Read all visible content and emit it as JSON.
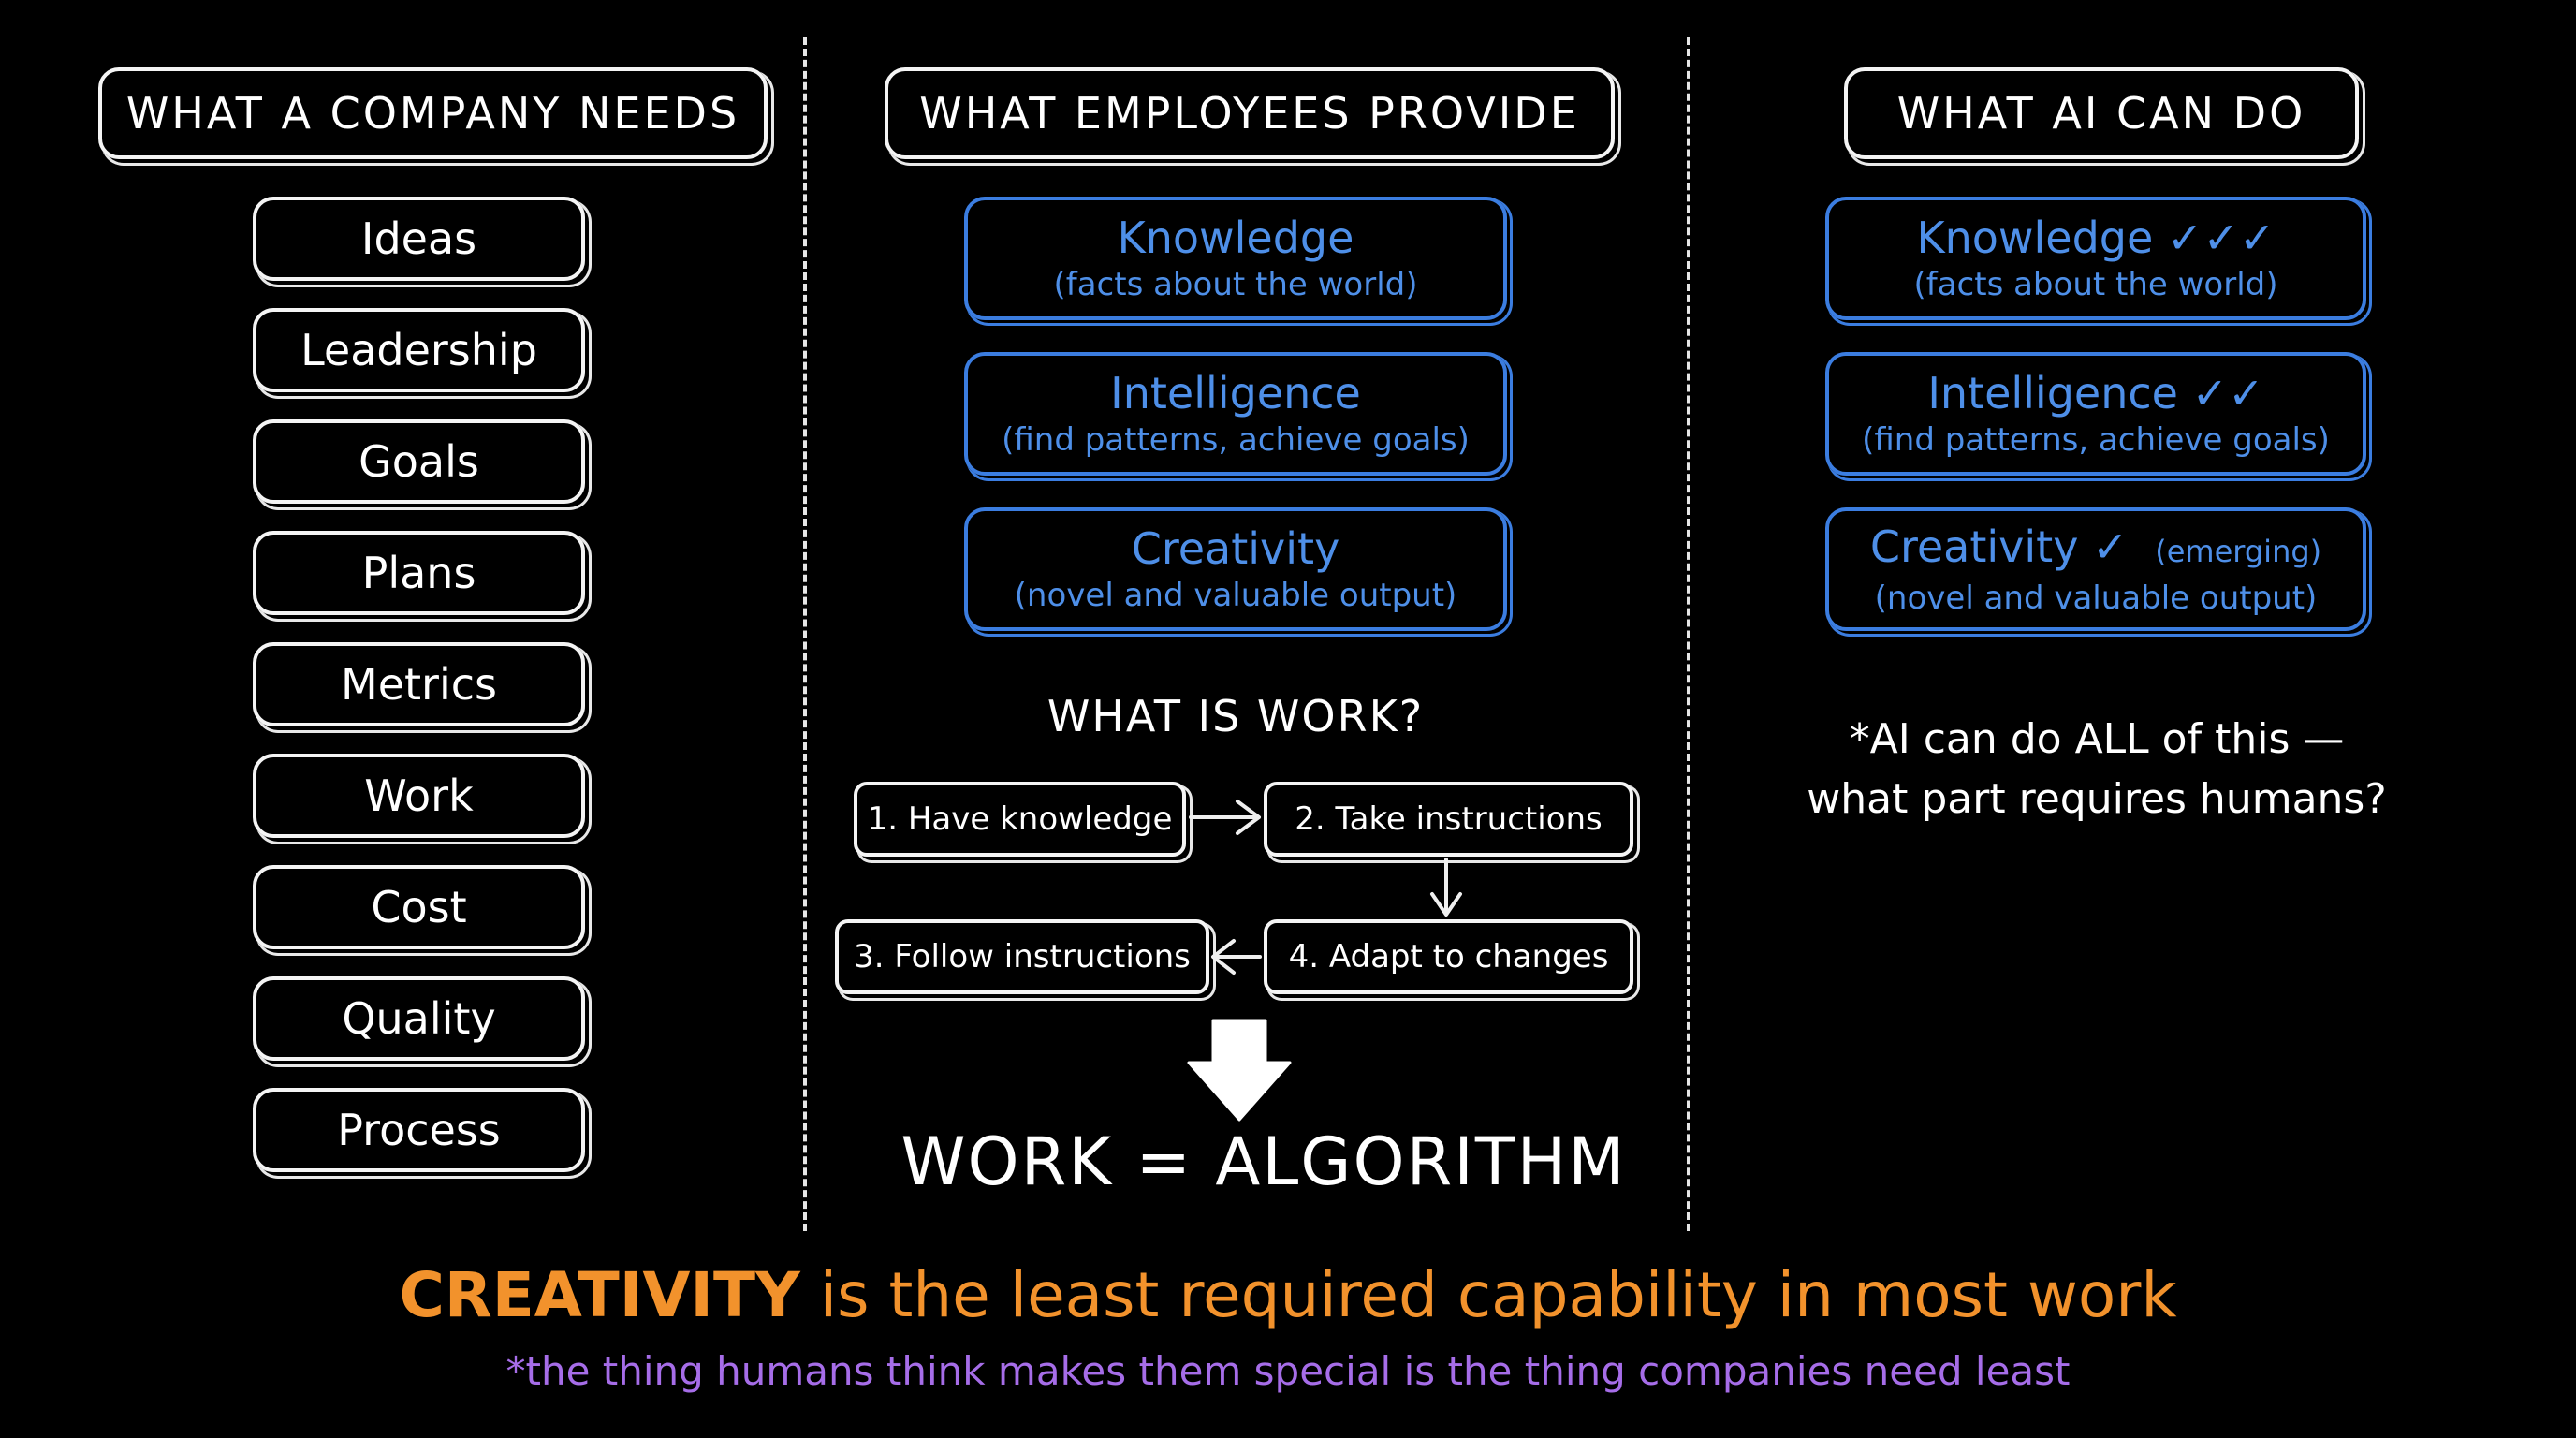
{
  "columns": {
    "company": {
      "header": "WHAT A COMPANY NEEDS",
      "items": [
        "Ideas",
        "Leadership",
        "Goals",
        "Plans",
        "Metrics",
        "Work",
        "Cost",
        "Quality",
        "Process"
      ]
    },
    "employees": {
      "header": "WHAT EMPLOYEES PROVIDE",
      "cards": [
        {
          "title": "Knowledge",
          "sub": "(facts about the world)"
        },
        {
          "title": "Intelligence",
          "sub": "(find patterns, achieve goals)"
        },
        {
          "title": "Creativity",
          "sub": "(novel and valuable output)"
        }
      ]
    },
    "ai": {
      "header": "WHAT AI CAN DO",
      "cards": [
        {
          "title": "Knowledge ✓✓✓",
          "sub": "(facts about the world)"
        },
        {
          "title": "Intelligence ✓✓",
          "sub": "(find patterns, achieve goals)"
        },
        {
          "title": "Creativity ✓",
          "note": "(emerging)",
          "sub": "(novel and valuable output)"
        }
      ],
      "footnote_line1": "*AI can do ALL of this —",
      "footnote_line2": "what part requires humans?"
    }
  },
  "work": {
    "heading": "WHAT IS WORK?",
    "steps": [
      "1. Have knowledge",
      "2. Take instructions",
      "3. Follow instructions",
      "4. Adapt to changes"
    ],
    "equation": "WORK = ALGORITHM"
  },
  "footer": {
    "headline_strong": "CREATIVITY",
    "headline_rest": " is the least required capability in most work",
    "subline": "*the thing humans think makes them special is the thing companies need least"
  },
  "colors": {
    "blue": "#4e8fe8",
    "orange": "#f2922c",
    "purple": "#a66de8"
  }
}
